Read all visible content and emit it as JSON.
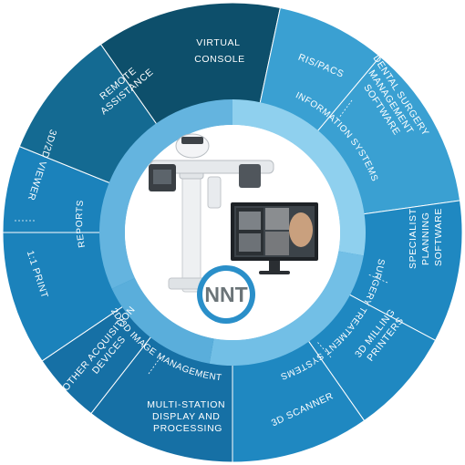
{
  "logo": {
    "text": "NNT"
  },
  "segments": [
    {
      "id": "virtual-console",
      "lines": [
        "VIRTUAL",
        "CONSOLE"
      ],
      "color": "#0d4f6b"
    },
    {
      "id": "ris-pacs",
      "lines": [
        "RIS/PACS"
      ],
      "color": "#3aa0d2"
    },
    {
      "id": "dental-surgery-software",
      "lines": [
        "DENTAL SURGERY",
        "MANAGEMENT",
        "SOFTWARE"
      ],
      "color": "#3aa0d2"
    },
    {
      "id": "specialist-planning-software",
      "lines": [
        "SPECIALIST",
        "PLANNING",
        "SOFTWARE"
      ],
      "color": "#1f88c1"
    },
    {
      "id": "3d-milling-printers",
      "lines": [
        "3D MILLING",
        "PRINTERS"
      ],
      "color": "#1f88c1"
    },
    {
      "id": "3d-scanner",
      "lines": [
        "3D SCANNER"
      ],
      "color": "#1f88c1"
    },
    {
      "id": "multi-station",
      "lines": [
        "MULTI-STATION",
        "DISPLAY AND",
        "PROCESSING"
      ],
      "color": "#1670a5"
    },
    {
      "id": "other-acquisition-devices",
      "lines": [
        "OTHER ACQUISITION",
        "DEVICES"
      ],
      "color": "#1670a5"
    },
    {
      "id": "1-1-print",
      "lines": [
        "1:1 PRINT"
      ],
      "color": "#1b82bb"
    },
    {
      "id": "3d-2d-viewer",
      "lines": [
        "3D/2D VIEWER"
      ],
      "color": "#1b82bb"
    },
    {
      "id": "remote-assistance",
      "lines": [
        "REMOTE",
        "ASSISTANCE"
      ],
      "color": "#146a92"
    }
  ],
  "categories": [
    {
      "id": "information-systems",
      "label": "INFORMATION SYSTEMS",
      "color": "#8fd0ee"
    },
    {
      "id": "surgery-treatment-systems",
      "label": "SURGERY TREATMENT SYSTEMS",
      "color": "#72bfe6"
    },
    {
      "id": "2d-3d-image-management",
      "label": "2D/3D IMAGE MANAGEMENT",
      "color": "#5aaedb"
    },
    {
      "id": "reports",
      "label": "REPORTS",
      "color": "#64b4df"
    }
  ],
  "colors": {
    "center": "#ffffff",
    "logo_ring": "#2a8fc9",
    "divider": "#ffffff"
  }
}
